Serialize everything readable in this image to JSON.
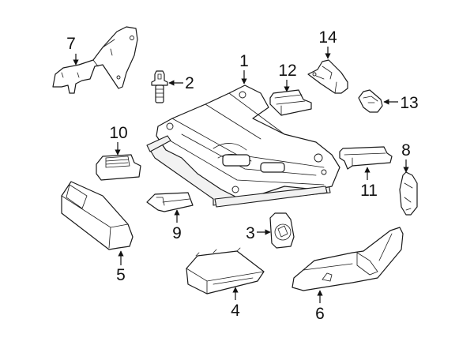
{
  "diagram": {
    "type": "exploded-parts-diagram",
    "subject": "power seat adjuster and components",
    "colors": {
      "line": "#1a1a1a",
      "background": "#ffffff"
    },
    "callouts": [
      {
        "id": "1",
        "label": "1",
        "part": "seat-adjuster-frame"
      },
      {
        "id": "2",
        "label": "2",
        "part": "bolt"
      },
      {
        "id": "3",
        "label": "3",
        "part": "motor"
      },
      {
        "id": "4",
        "label": "4",
        "part": "control-module"
      },
      {
        "id": "5",
        "label": "5",
        "part": "inner-shield"
      },
      {
        "id": "6",
        "label": "6",
        "part": "outer-shield"
      },
      {
        "id": "7",
        "label": "7",
        "part": "bracket"
      },
      {
        "id": "8",
        "label": "8",
        "part": "side-bracket"
      },
      {
        "id": "9",
        "label": "9",
        "part": "rail-cover"
      },
      {
        "id": "10",
        "label": "10",
        "part": "track-cover"
      },
      {
        "id": "11",
        "label": "11",
        "part": "rail-cover-right"
      },
      {
        "id": "12",
        "label": "12",
        "part": "track-cover-front"
      },
      {
        "id": "13",
        "label": "13",
        "part": "clip"
      },
      {
        "id": "14",
        "label": "14",
        "part": "cover-bracket"
      }
    ]
  }
}
